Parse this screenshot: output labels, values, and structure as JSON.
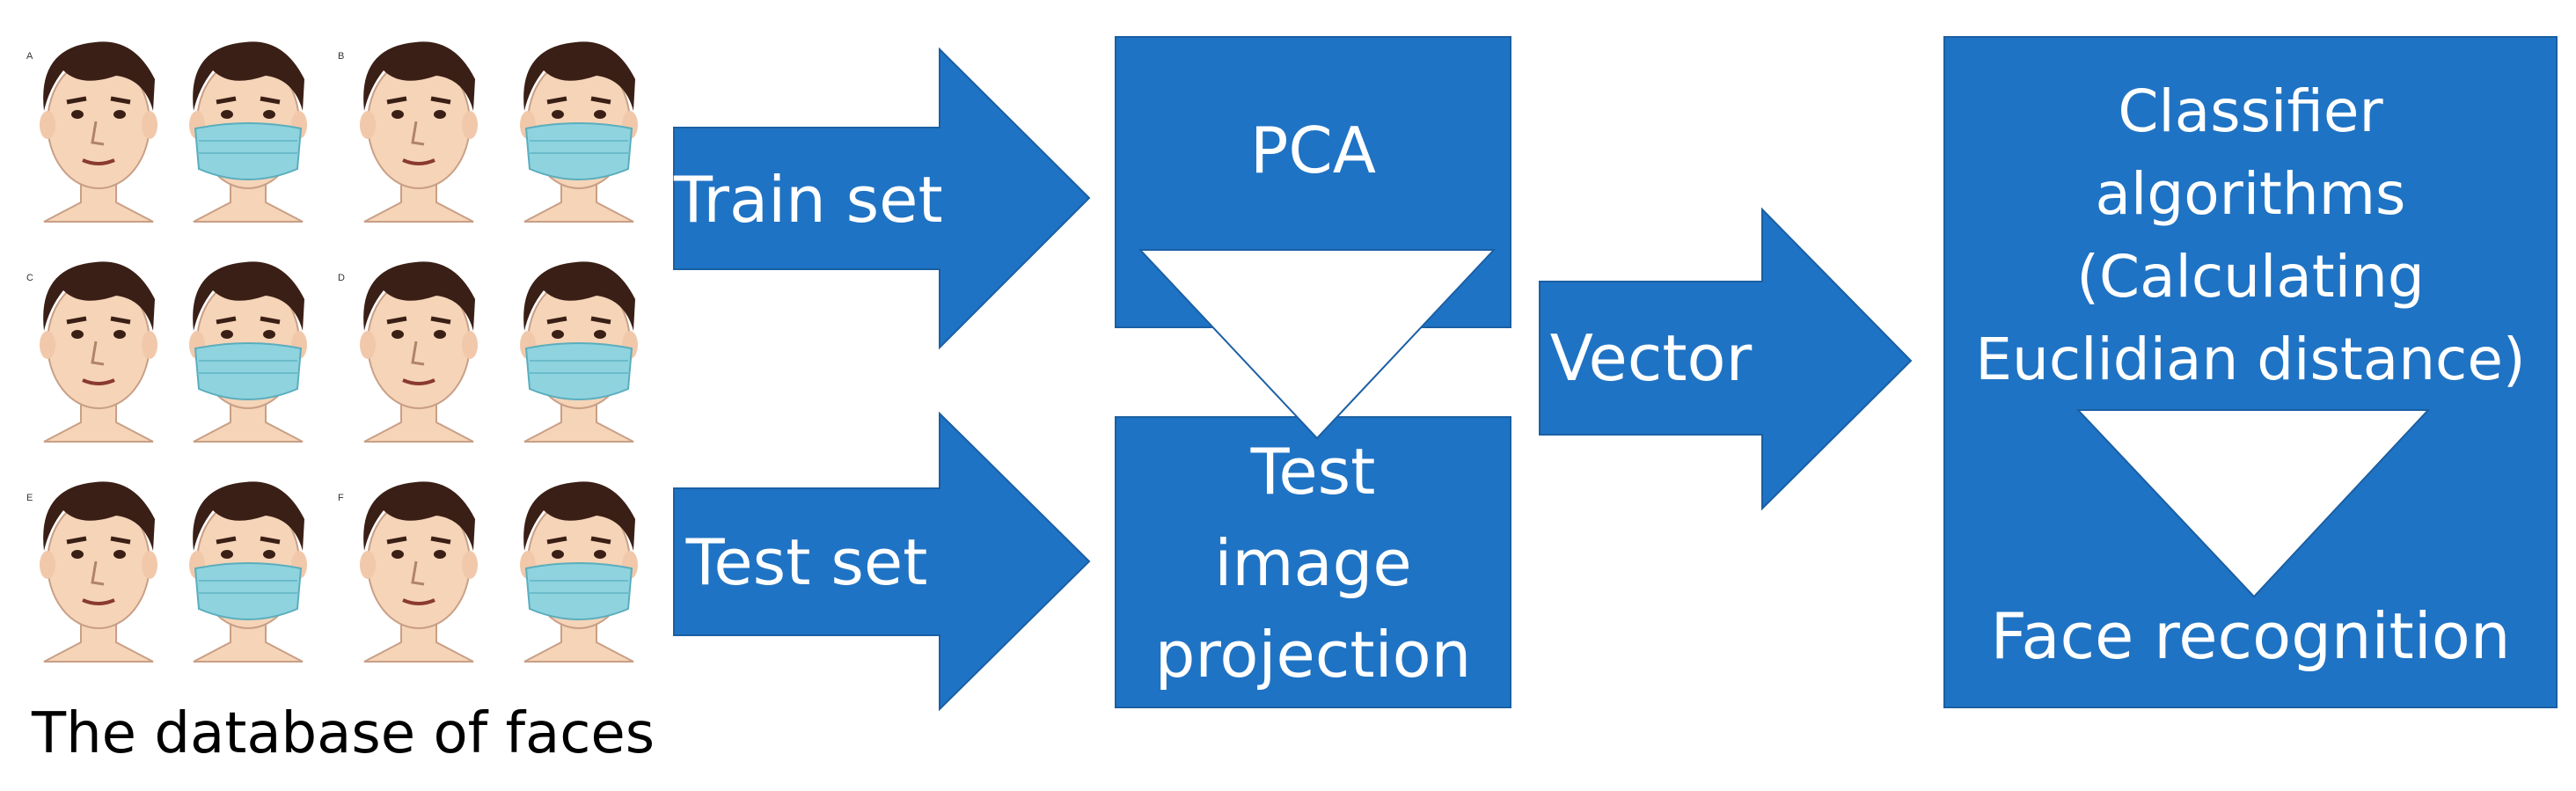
{
  "faces_caption": "The database of faces",
  "panel_letters": [
    "A",
    "B",
    "C",
    "D",
    "E",
    "F"
  ],
  "arrows": {
    "train": "Train set",
    "test": "Test set",
    "vector": "Vector"
  },
  "boxes": {
    "pca": "PCA",
    "projection": [
      "Test",
      "image",
      "projection"
    ],
    "classifier": [
      "Classifier",
      "algorithms",
      "(Calculating",
      "Euclidian distance)"
    ],
    "result": "Face recognition"
  },
  "colors": {
    "blue": "#1f73c4",
    "border": "#1a5fa3",
    "skin": "#f6d4b8",
    "hair": "#3a1f16",
    "mask": "#8fd3df"
  }
}
